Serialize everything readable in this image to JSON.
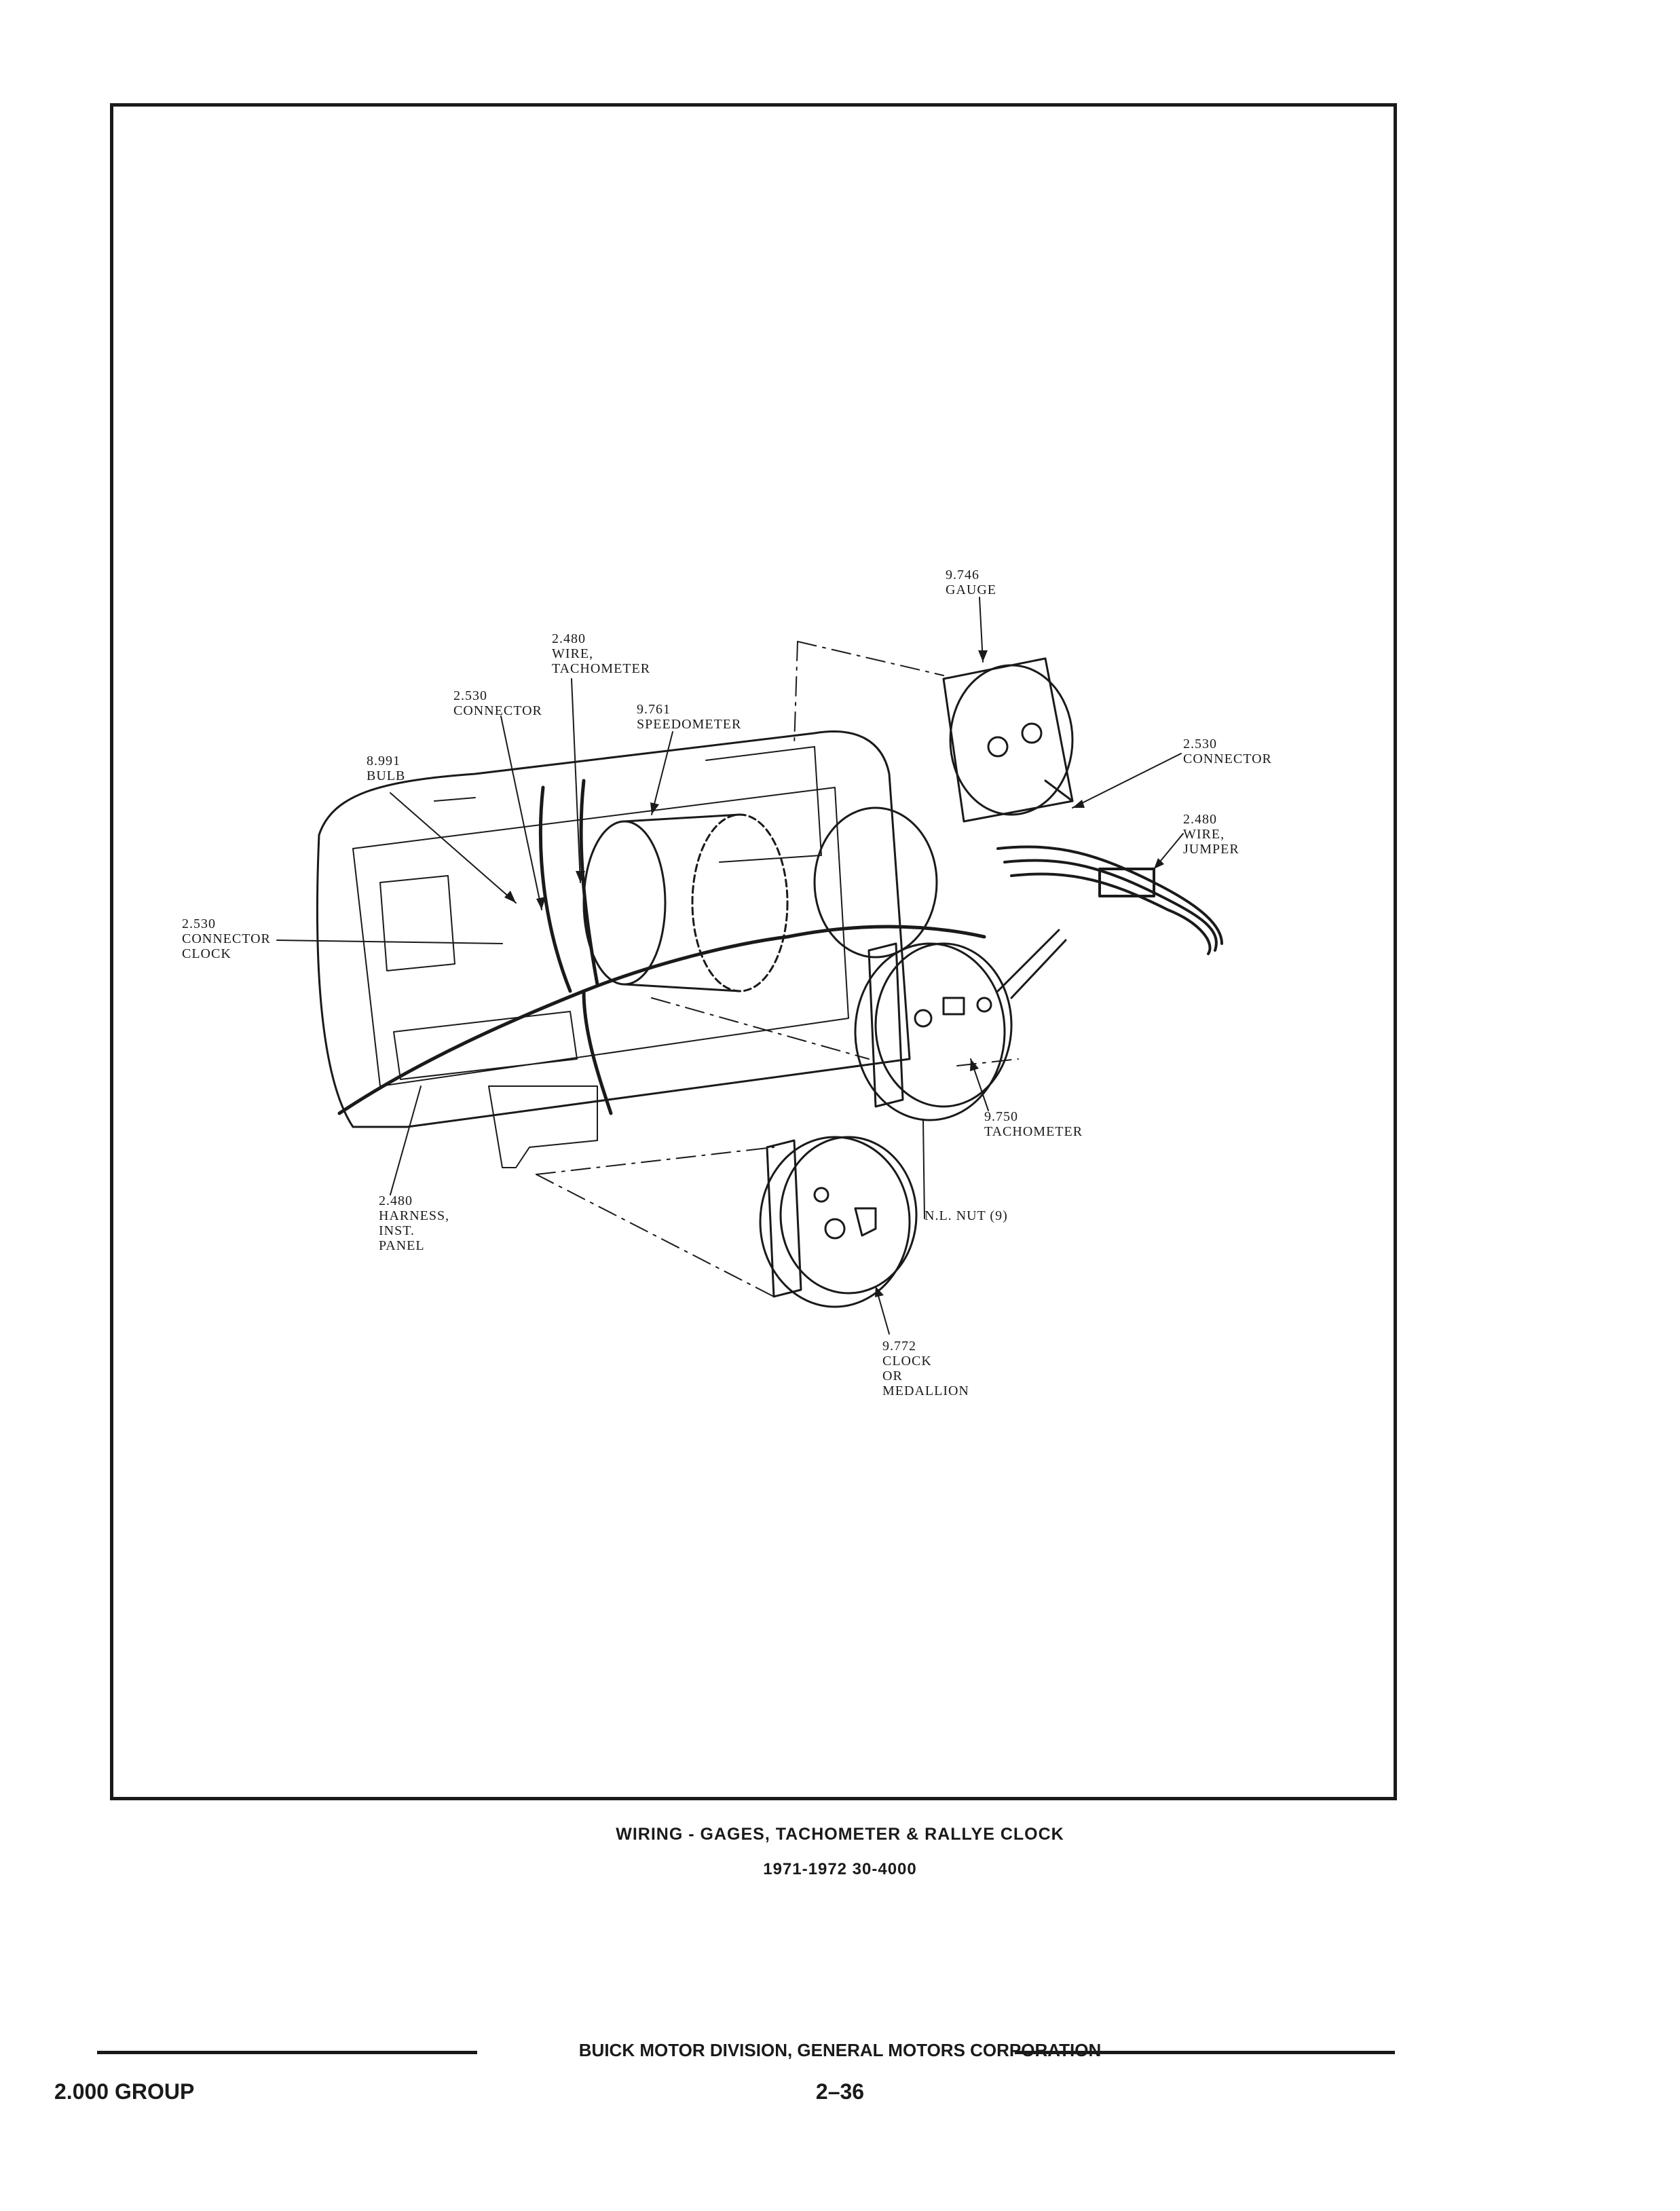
{
  "diagram": {
    "labels": {
      "gauge": "9.746\nGAUGE",
      "wire_tach": "2.480\nWIRE,\nTACHOMETER",
      "connector_top": "2.530\nCONNECTOR",
      "speedometer": "9.761\nSPEEDOMETER",
      "bulb": "8.991\nBULB",
      "connector_right": "2.530\nCONNECTOR",
      "wire_jumper": "2.480\nWIRE,\nJUMPER",
      "connector_clock": "2.530\nCONNECTOR\nCLOCK",
      "tachometer": "9.750\nTACHOMETER",
      "nl_nut": "N.L. NUT (9)",
      "harness": "2.480\nHARNESS,\nINST.\nPANEL",
      "clock": "9.772\nCLOCK\n  OR\nMEDALLION"
    }
  },
  "caption": {
    "title": "WIRING - GAGES, TACHOMETER & RALLYE CLOCK",
    "subtitle": "1971-1972 30-4000"
  },
  "footer": {
    "center": "BUICK MOTOR DIVISION, GENERAL MOTORS CORPORATION",
    "left": "2.000 GROUP",
    "page": "2–36"
  }
}
